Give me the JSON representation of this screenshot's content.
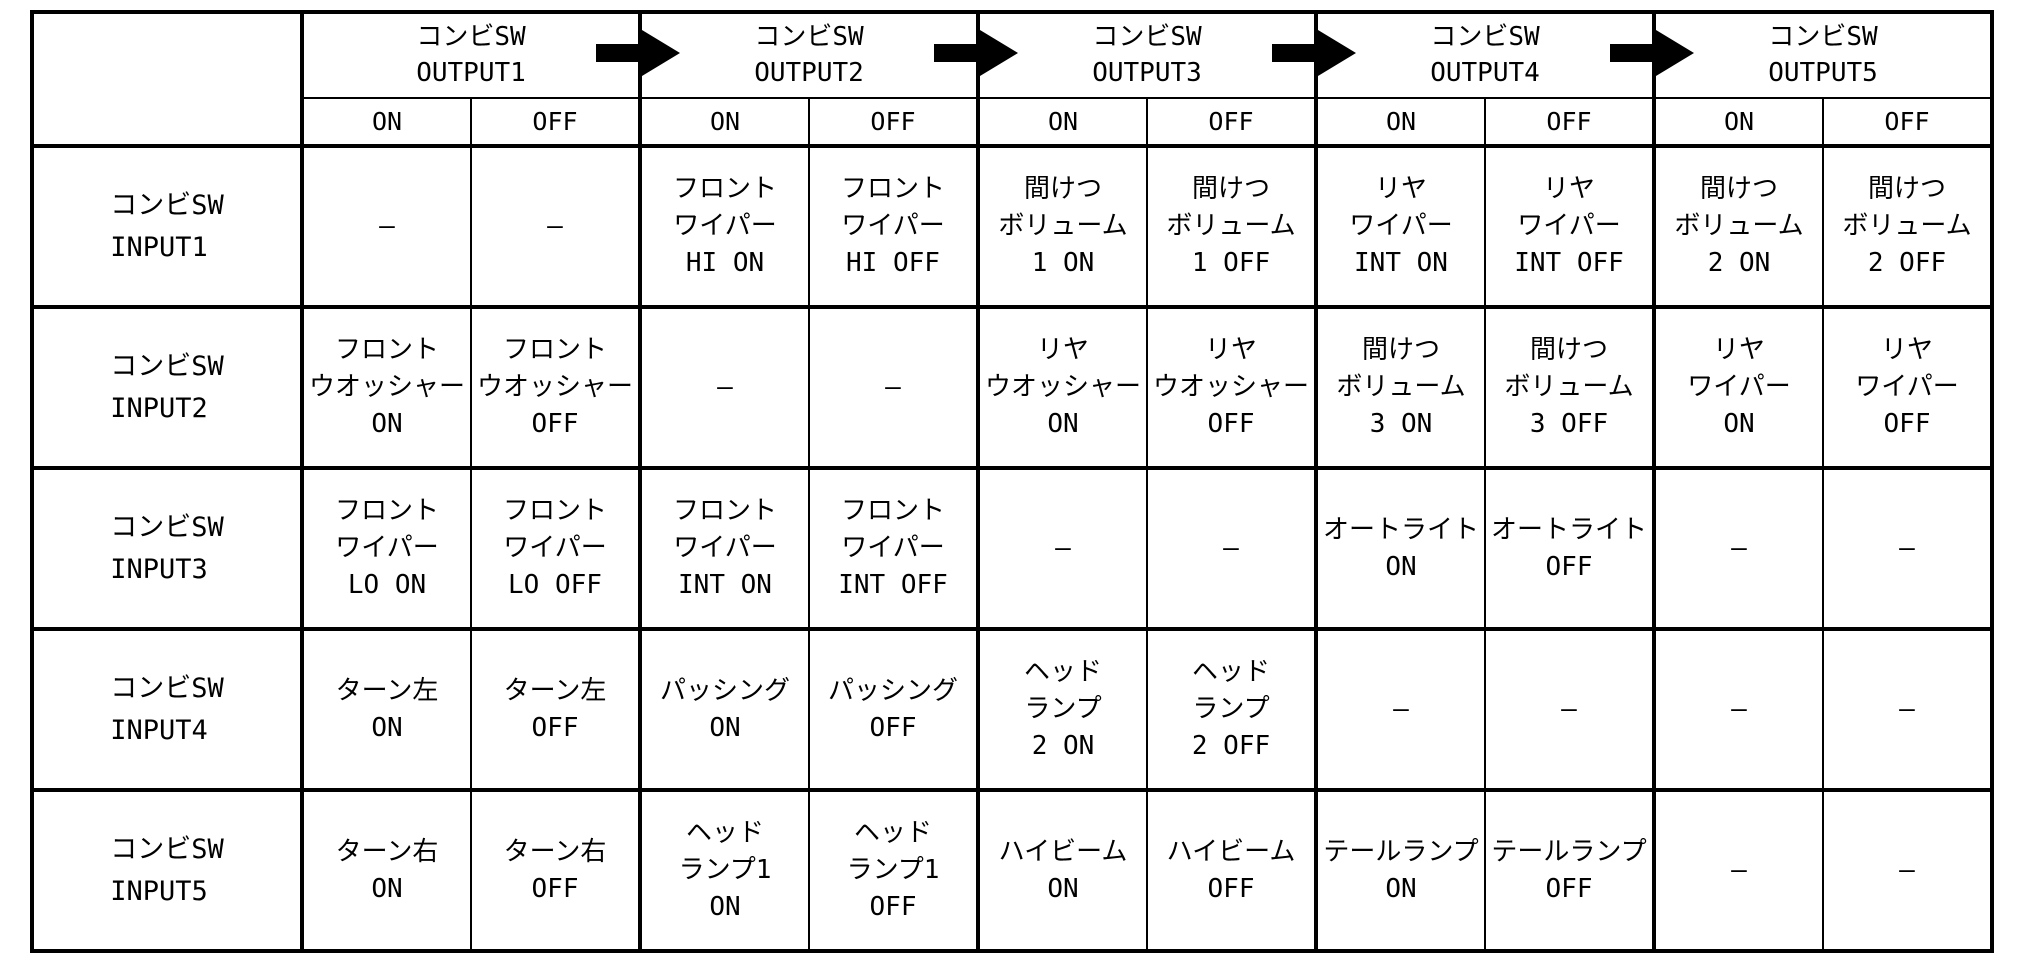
{
  "colors": {
    "line": "#000000",
    "background": "#ffffff",
    "text": "#000000"
  },
  "icons": {
    "group_transition": "right-arrow-icon"
  },
  "header": {
    "groups": [
      {
        "label": "コンビSW\nOUTPUT1"
      },
      {
        "label": "コンビSW\nOUTPUT2"
      },
      {
        "label": "コンビSW\nOUTPUT3"
      },
      {
        "label": "コンビSW\nOUTPUT4"
      },
      {
        "label": "コンビSW\nOUTPUT5"
      }
    ],
    "states": [
      "ON",
      "OFF",
      "ON",
      "OFF",
      "ON",
      "OFF",
      "ON",
      "OFF",
      "ON",
      "OFF"
    ]
  },
  "empty_marker": "—",
  "rows": [
    {
      "label": "コンビSW\nINPUT1",
      "cells": [
        "—",
        "—",
        "フロント\nワイパー\nHI ON",
        "フロント\nワイパー\nHI OFF",
        "間けつ\nボリューム\n1 ON",
        "間けつ\nボリューム\n1 OFF",
        "リヤ\nワイパー\nINT ON",
        "リヤ\nワイパー\nINT OFF",
        "間けつ\nボリューム\n2 ON",
        "間けつ\nボリューム\n2 OFF"
      ]
    },
    {
      "label": "コンビSW\nINPUT2",
      "cells": [
        "フロント\nウオッシャー\nON",
        "フロント\nウオッシャー\nOFF",
        "—",
        "—",
        "リヤ\nウオッシャー\nON",
        "リヤ\nウオッシャー\nOFF",
        "間けつ\nボリューム\n3 ON",
        "間けつ\nボリューム\n3 OFF",
        "リヤ\nワイパー\nON",
        "リヤ\nワイパー\nOFF"
      ]
    },
    {
      "label": "コンビSW\nINPUT3",
      "cells": [
        "フロント\nワイパー\nLO ON",
        "フロント\nワイパー\nLO OFF",
        "フロント\nワイパー\nINT ON",
        "フロント\nワイパー\nINT OFF",
        "—",
        "—",
        "オートライト\nON",
        "オートライト\nOFF",
        "—",
        "—"
      ]
    },
    {
      "label": "コンビSW\nINPUT4",
      "cells": [
        "ターン左\nON",
        "ターン左\nOFF",
        "パッシング\nON",
        "パッシング\nOFF",
        "ヘッド\nランプ\n2 ON",
        "ヘッド\nランプ\n2 OFF",
        "—",
        "—",
        "—",
        "—"
      ]
    },
    {
      "label": "コンビSW\nINPUT5",
      "cells": [
        "ターン右\nON",
        "ターン右\nOFF",
        "ヘッド\nランプ1\nON",
        "ヘッド\nランプ1\nOFF",
        "ハイビーム\nON",
        "ハイビーム\nOFF",
        "テールランプ\nON",
        "テールランプ\nOFF",
        "—",
        "—"
      ]
    }
  ]
}
